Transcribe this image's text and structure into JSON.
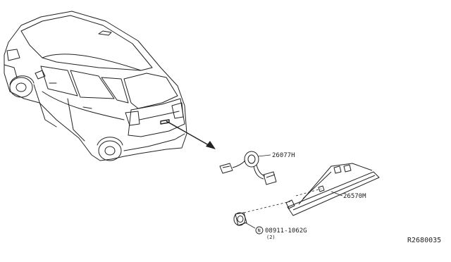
{
  "parts": {
    "harness": {
      "number": "26077H"
    },
    "lamp": {
      "number": "26570M"
    },
    "nut": {
      "number": "08911-1062G",
      "quantity": "(2)",
      "marker": "N"
    }
  },
  "diagram_ref": "R2680035"
}
